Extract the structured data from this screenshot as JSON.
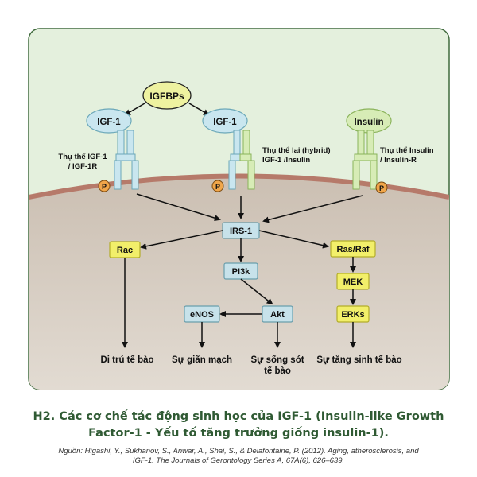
{
  "diagram": {
    "nodes": {
      "igfbps": "IGFBPs",
      "igf1_left": "IGF-1",
      "igf1_mid": "IGF-1",
      "insulin": "Insulin",
      "irs1": "IRS-1",
      "rac": "Rac",
      "pi3k": "PI3k",
      "akt": "Akt",
      "enos": "eNOS",
      "rasraf": "Ras/Raf",
      "mek": "MEK",
      "erks": "ERKs",
      "p": "P"
    },
    "receptors": {
      "igf1r": [
        "Thụ thể IGF-1",
        "/ IGF-1R"
      ],
      "hybrid": [
        "Thụ thể lai (hybrid)",
        "IGF-1 /Insulin"
      ],
      "insulinr": [
        "Thụ thể Insulin",
        "/ Insulin-R"
      ]
    },
    "outcomes": {
      "migration": "Di trú tế bào",
      "vasodilation": "Sự giãn mạch",
      "survival": [
        "Sự sống sót",
        "tế bào"
      ],
      "proliferation": "Sự tăng sinh tế bào"
    }
  },
  "caption": {
    "title_line1": "H2. Các cơ chế tác động sinh học của IGF-1 (Insulin-like Growth",
    "title_line2": "Factor-1 - Yếu tố tăng trưởng giống insulin-1).",
    "source_line1": "Nguồn: Higashi, Y., Sukhanov, S., Anwar, A., Shai, S., & Delafontaine, P. (2012). Aging, atherosclerosis, and",
    "source_line2": "IGF-1. The Journals of Gerontology Series A, 67A(6), 626–639."
  },
  "colors": {
    "panel_bg": "#e4f0dd",
    "panel_border": "#3f6a3c",
    "cell_fill": "#d8cfc4",
    "membrane": "#b67a6a",
    "igf_blue": "#c9e6ef",
    "insulin_green": "#d7ecb6",
    "yellow_box": "#f2ef6a",
    "blue_box": "#c7e2ea",
    "p_orange": "#f0a64a",
    "caption_green": "#2f5a33"
  }
}
